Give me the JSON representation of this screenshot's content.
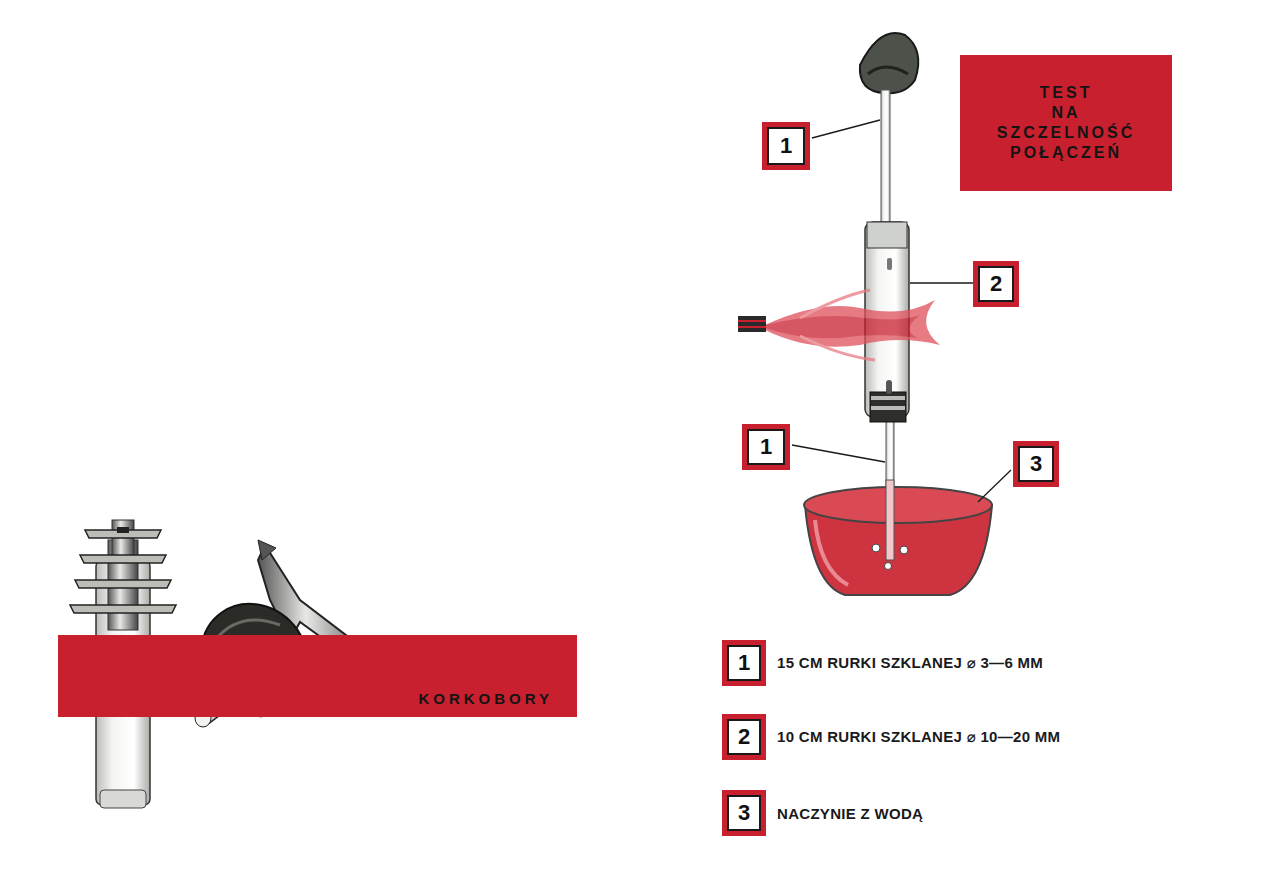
{
  "diagram": {
    "title": "TEST NA SZCZELNOŚĆ POŁĄCZEŃ",
    "nodes": [
      {
        "text": [
          "KORKOBORY"
        ]
      },
      {
        "text": [
          "1"
        ]
      },
      {
        "text": [
          "2"
        ]
      },
      {
        "text": [
          "1"
        ]
      },
      {
        "text": [
          "3"
        ]
      },
      {
        "text": [
          "1",
          "15 CM RURKI SZKLANEJ ⌀ 3—6 MM"
        ]
      },
      {
        "text": [
          "2",
          "10 CM RURKI SZKLANEJ ⌀ 10—20 MM"
        ]
      },
      {
        "text": [
          "3",
          "NACZYNIE Z WODĄ"
        ]
      }
    ]
  }
}
